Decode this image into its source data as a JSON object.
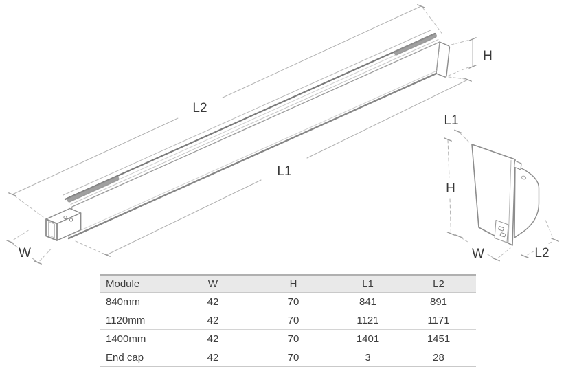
{
  "drawing": {
    "main_module": {
      "l2_label": "L2",
      "l1_label": "L1",
      "h_label": "H",
      "w_label": "W"
    },
    "end_cap": {
      "l1_label": "L1",
      "h_label": "H",
      "w_label": "W",
      "l2_label": "L2"
    },
    "stroke_color": "#8d8d8d",
    "dim_line_color": "#b0b0b0",
    "label_color": "#383838"
  },
  "table": {
    "columns": [
      "Module",
      "W",
      "H",
      "L1",
      "L2"
    ],
    "rows": [
      {
        "module": "840mm",
        "w": "42",
        "h": "70",
        "l1": "841",
        "l2": "891"
      },
      {
        "module": "1120mm",
        "w": "42",
        "h": "70",
        "l1": "1121",
        "l2": "1171"
      },
      {
        "module": "1400mm",
        "w": "42",
        "h": "70",
        "l1": "1401",
        "l2": "1451"
      },
      {
        "module": "End cap",
        "w": "42",
        "h": "70",
        "l1": "3",
        "l2": "28"
      }
    ],
    "header_bg": "#e9e9e9"
  }
}
